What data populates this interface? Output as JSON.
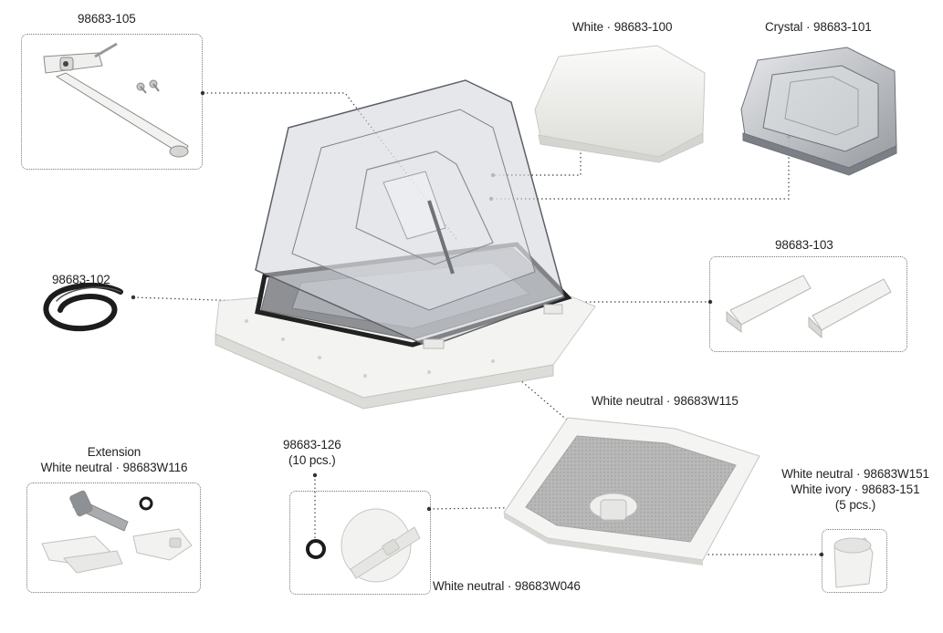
{
  "labels": {
    "arm": "98683-105",
    "white_cover": "White · 98683-100",
    "crystal_cover": "Crystal · 98683-101",
    "gasket": "98683-102",
    "clips": "98683-103",
    "frame": "White neutral · 98683W115",
    "washer_line1": "98683-126",
    "washer_line2": "(10 pcs.)",
    "extension_line1": "Extension",
    "extension_line2": "White neutral ·  98683W116",
    "knob": "White neutral · 98683W046",
    "cap_line1": "White neutral · 98683W151",
    "cap_line2": "White ivory · 98683-151",
    "cap_line3": "(5 pcs.)"
  },
  "colors": {
    "line": "#444444",
    "box_border": "#777777",
    "part_white": "#f1f1ef",
    "part_crystal": "#b9bcc0",
    "gasket": "#1c1c1c"
  }
}
